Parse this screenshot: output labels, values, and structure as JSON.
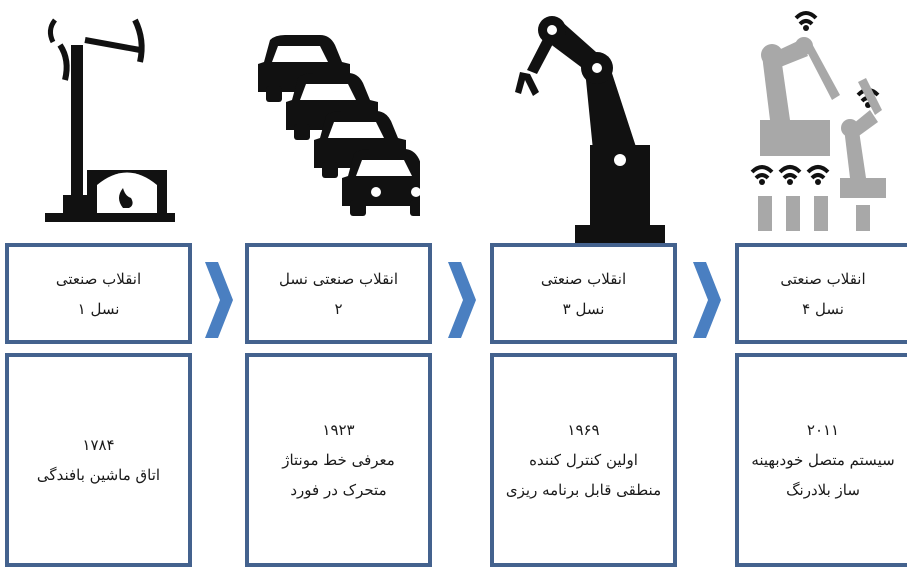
{
  "stages": [
    {
      "id": "gen1",
      "icon": "loom-icon",
      "gen_lines": [
        "انقلاب صنعتی",
        "نسل ۱"
      ],
      "year": "۱۷۸۴",
      "desc_lines": [
        "اتاق ماشین بافندگی"
      ]
    },
    {
      "id": "gen2",
      "icon": "car-assembly-line-icon",
      "gen_lines": [
        "انقلاب صنعتی نسل",
        "۲"
      ],
      "year": "۱۹۲۳",
      "desc_lines": [
        "معرفی خط مونتاژ",
        "متحرک در فورد"
      ]
    },
    {
      "id": "gen3",
      "icon": "robot-arm-icon",
      "gen_lines": [
        "انقلاب صنعتی",
        "نسل ۳"
      ],
      "year": "۱۹۶۹",
      "desc_lines": [
        "اولین کنترل کننده",
        "منطقی قابل برنامه ریزی"
      ]
    },
    {
      "id": "gen4",
      "icon": "connected-robots-wifi-icon",
      "gen_lines": [
        "انقلاب صنعتی",
        "نسل ۴"
      ],
      "year": "۲۰۱۱",
      "desc_lines": [
        "سیستم متصل خودبهینه",
        "ساز بلادرنگ"
      ]
    }
  ],
  "colors": {
    "box_border": "#44628e",
    "arrow": "#4a7fc1",
    "icon_dark": "#111111",
    "icon_gray": "#a8a8a8"
  }
}
